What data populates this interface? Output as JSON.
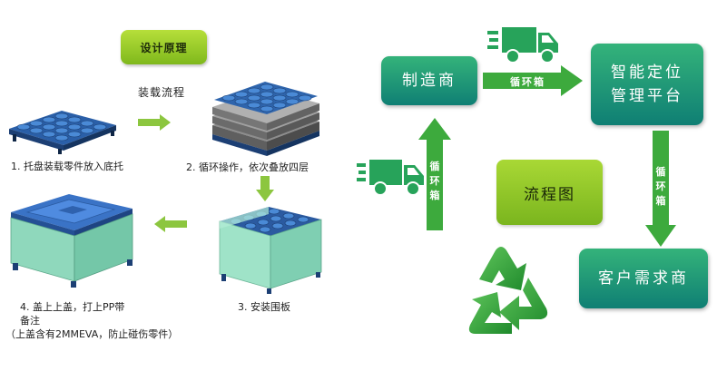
{
  "left": {
    "title": "设计原理",
    "subtitle": "装载流程",
    "step1": "1. 托盘装载零件放入底托",
    "step2": "2. 循环操作，依次叠放四层",
    "step3": "3. 安装围板",
    "step4_line1": "4. 盖上上盖，打上PP带",
    "step4_line2": "备注",
    "step4_line3": "（上盖含有2MMEVA，防止碰伤零件）"
  },
  "right": {
    "manufacturer": "制造商",
    "platform_line1": "智能定位",
    "platform_line2": "管理平台",
    "customer": "客户需求商",
    "center_label": "流程图",
    "arrow_top_label": "循环箱",
    "arrow_right_label": "循环箱",
    "arrow_left_label": "循环箱"
  },
  "colors": {
    "node_top": "#34b37a",
    "node_bottom": "#0f7f74",
    "arrow_green": "#3daa3d",
    "label_green": "#8cc63f"
  },
  "icons": [
    "truck-icon",
    "recycle-icon",
    "pallet-icon",
    "crate-icon"
  ]
}
